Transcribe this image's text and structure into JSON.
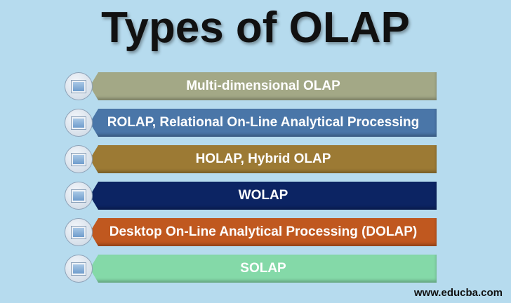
{
  "title": "Types of OLAP",
  "items": [
    {
      "label": "Multi-dimensional OLAP",
      "color": "#a3a886"
    },
    {
      "label": "ROLAP, Relational On-Line Analytical Processing",
      "color": "#4a76a8"
    },
    {
      "label": "HOLAP, Hybrid OLAP",
      "color": "#9c7a34"
    },
    {
      "label": "WOLAP",
      "color": "#0c2463"
    },
    {
      "label": "Desktop On-Line Analytical Processing (DOLAP)",
      "color": "#c0581f"
    },
    {
      "label": "SOLAP",
      "color": "#84d9a8"
    }
  ],
  "footer": "www.educba.com"
}
